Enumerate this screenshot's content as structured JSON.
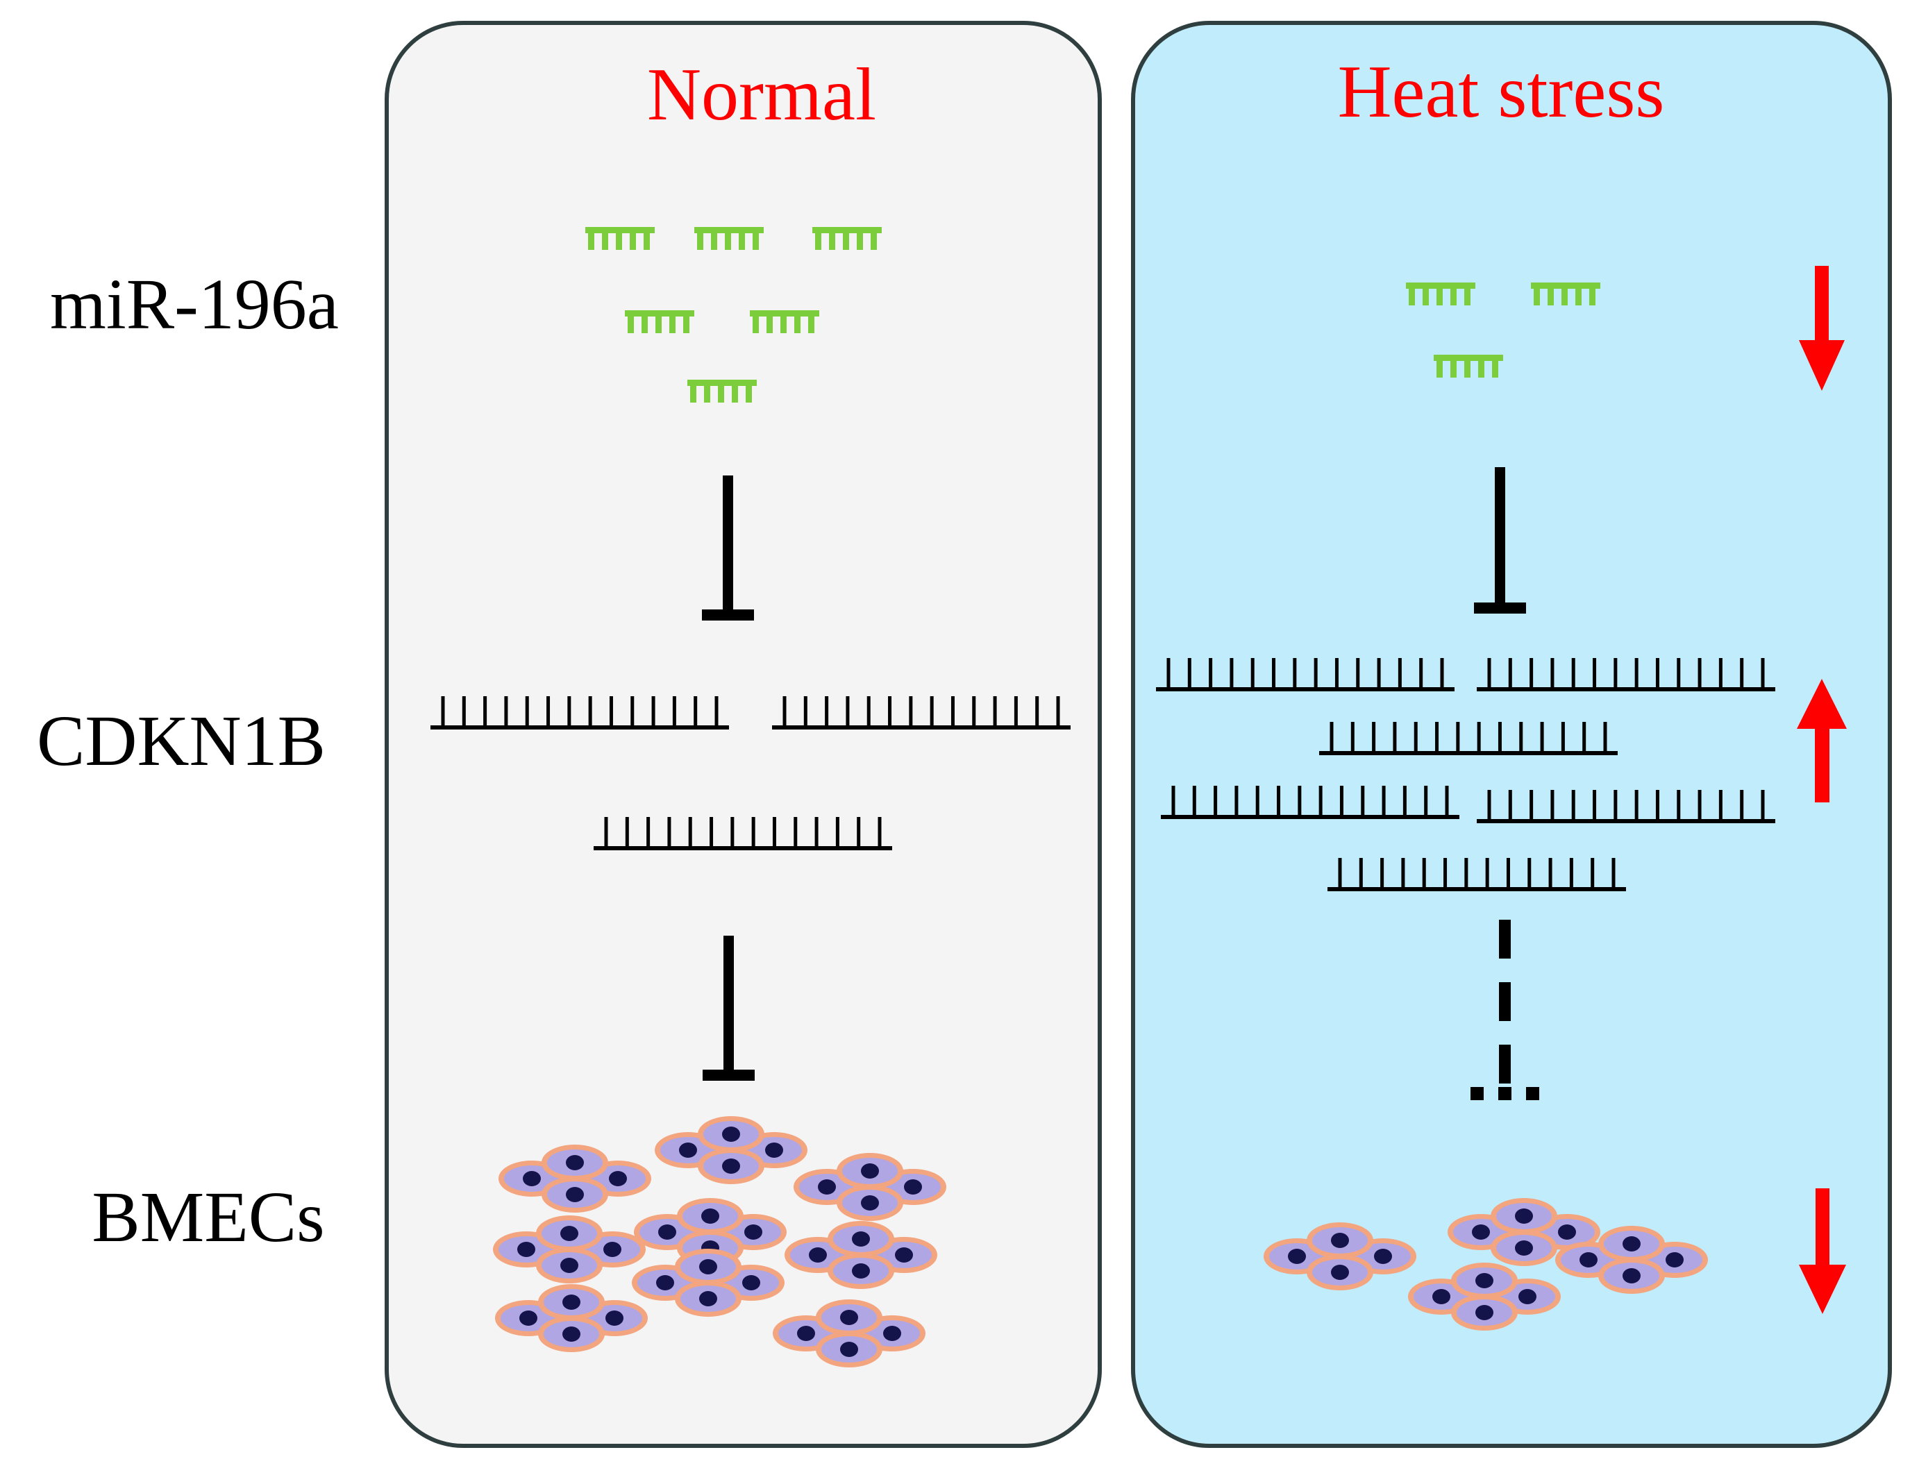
{
  "row_labels": {
    "mirna": "miR-196a",
    "gene": "CDKN1B",
    "cells": "BMECs"
  },
  "panels": {
    "normal": {
      "title": "Normal",
      "background": "#f4f4f4"
    },
    "heat": {
      "title": "Heat stress",
      "background": "#c1ecfc"
    }
  },
  "colors": {
    "panel_border": "#2f3f3f",
    "title": "#ff0000",
    "mirna": "#7ccd3c",
    "mrna": "#000000",
    "arrow": "#ff0000",
    "cell_outer": "#f2a57f",
    "cell_inner": "#b0a6e4",
    "nucleus": "#14144a"
  },
  "trend_indicators": {
    "mirna": "arrow-down-icon",
    "gene": "arrow-up-icon",
    "cells": "arrow-down-icon"
  }
}
